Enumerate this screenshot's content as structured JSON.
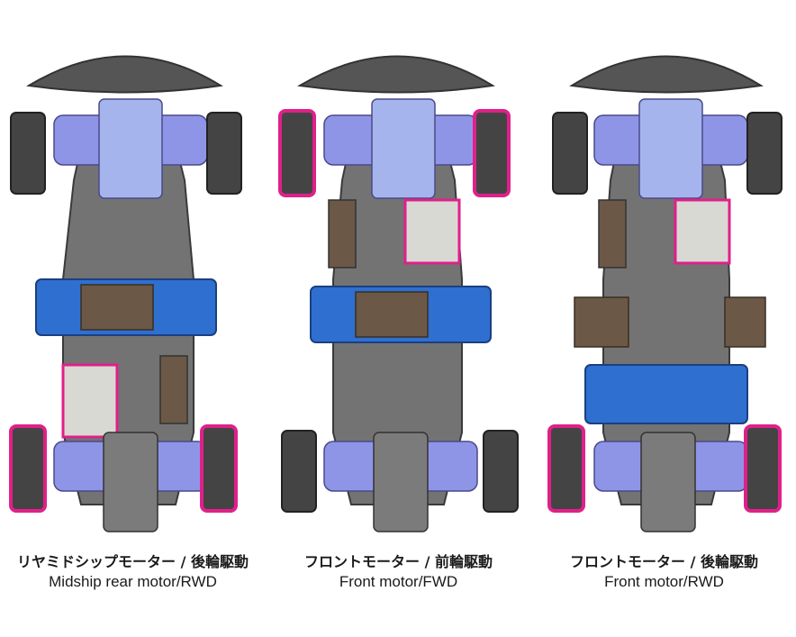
{
  "layouts": [
    {
      "caption_jp": "リヤミドシップモーター / 後輪駆動",
      "caption_en": "Midship rear motor/RWD",
      "drive": "rear",
      "motor_position": "mid-rear"
    },
    {
      "caption_jp": "フロントモーター / 前輪駆動",
      "caption_en": "Front motor/FWD",
      "drive": "front",
      "motor_position": "front"
    },
    {
      "caption_jp": "フロントモーター / 後輪駆動",
      "caption_en": "Front motor/RWD",
      "drive": "rear",
      "motor_position": "front"
    }
  ],
  "colors": {
    "driven_wheel_highlight": "#e0208a",
    "battery": "#2f6fd0",
    "chassis": "#6e6e6e",
    "suspension": "#8f95e6",
    "motor": "#d9d9d4",
    "esc": "#6b5846",
    "tire": "#444444"
  }
}
